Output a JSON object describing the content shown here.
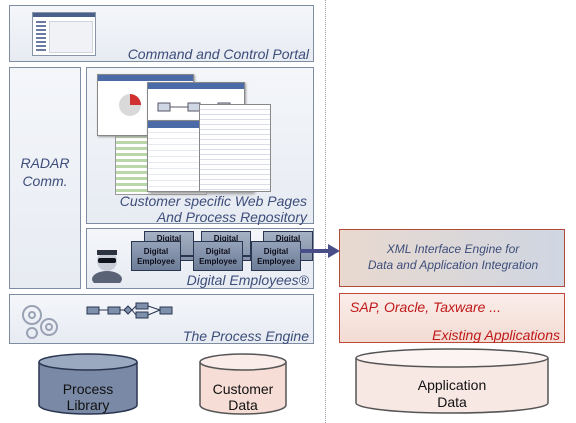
{
  "panels": {
    "command_control": "Command and Control Portal",
    "radar": [
      "RADAR",
      "Comm."
    ],
    "web_pages": [
      "Customer specific Web Pages",
      "And Process Repository"
    ],
    "digital_employees": "Digital Employees®",
    "process_engine": "The Process Engine",
    "xml_engine": [
      "XML Interface Engine for",
      "Data and Application Integration"
    ],
    "existing_apps_list": "SAP, Oracle, Taxware ...",
    "existing_apps": "Existing Applications"
  },
  "employee_card": [
    "Digital",
    "Employee"
  ],
  "employee_back": "Digital",
  "databases": {
    "process_library": [
      "Process",
      "Library"
    ],
    "customer_data": [
      "Customer",
      "Data"
    ],
    "application_data": [
      "Application",
      "Data"
    ]
  },
  "colors": {
    "panel_border": "#7f8da3",
    "label_blue": "#3d4d7a",
    "accent_red": "#c01818",
    "process_library_fill": "#7a8aa6",
    "customer_data_fill": "#f6ddd6",
    "application_data_fill": "#f8e8e4"
  }
}
